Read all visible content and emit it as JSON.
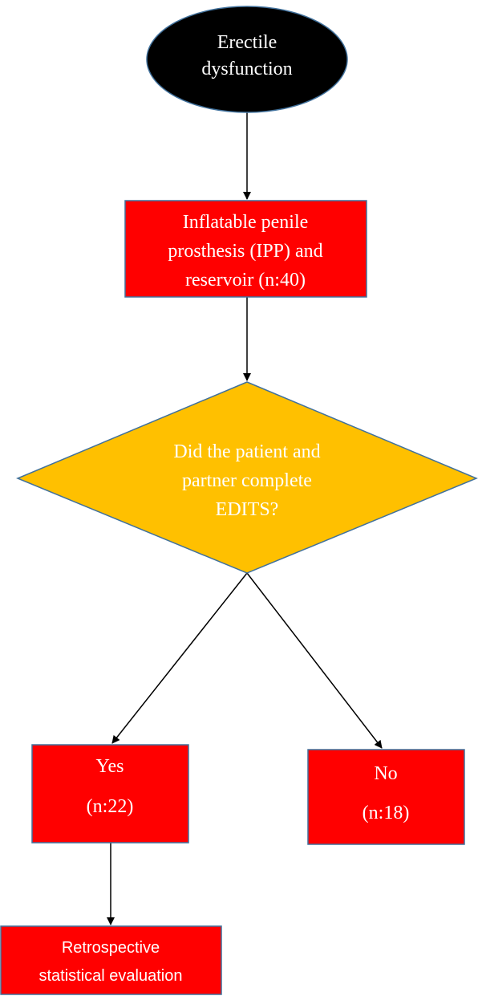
{
  "colors": {
    "start_fill": "#000000",
    "process_fill": "#ff0000",
    "decision_fill": "#ffc000",
    "border": "#41719c",
    "arrow": "#000000",
    "light_text": "#ffffff",
    "dark_text": "#000000"
  },
  "nodes": {
    "start": {
      "shape": "ellipse",
      "line1": "Erectile",
      "line2": "dysfunction"
    },
    "ipp": {
      "shape": "rectangle",
      "line1": "Inflatable penile",
      "line2": "prosthesis (IPP) and",
      "line3": "reservoir (n:40)"
    },
    "decision": {
      "shape": "diamond",
      "line1": "Did the patient and",
      "line2": "partner complete",
      "line3": "EDITS?"
    },
    "yes": {
      "shape": "rectangle",
      "label": "Yes",
      "count": "(n:22)"
    },
    "no": {
      "shape": "rectangle",
      "label": "No",
      "count": "(n:18)"
    },
    "evaluation": {
      "shape": "rectangle",
      "line1": "Retrospective",
      "line2": "statistical evaluation"
    }
  },
  "edges": [
    {
      "from": "start",
      "to": "ipp"
    },
    {
      "from": "ipp",
      "to": "decision"
    },
    {
      "from": "decision",
      "to": "yes"
    },
    {
      "from": "decision",
      "to": "no"
    },
    {
      "from": "yes",
      "to": "evaluation"
    }
  ]
}
